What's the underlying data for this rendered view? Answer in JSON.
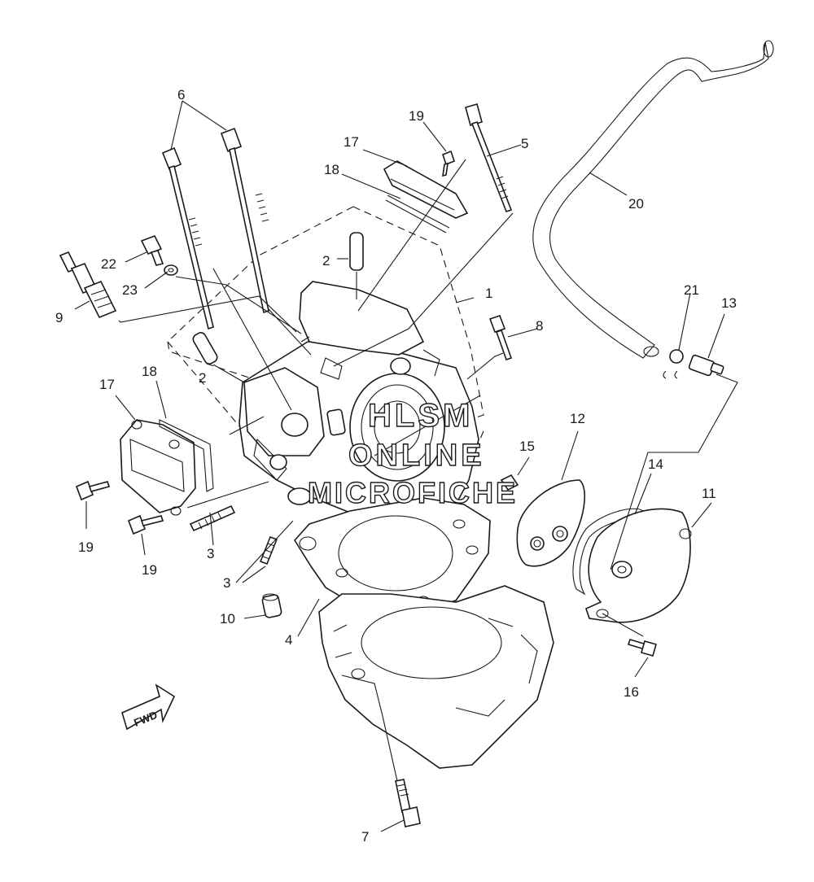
{
  "diagram": {
    "labels": [
      {
        "id": "l6",
        "text": "6"
      },
      {
        "id": "l19a",
        "text": "19"
      },
      {
        "id": "l17a",
        "text": "17"
      },
      {
        "id": "l5",
        "text": "5"
      },
      {
        "id": "l18a",
        "text": "18"
      },
      {
        "id": "l20",
        "text": "20"
      },
      {
        "id": "l22",
        "text": "22"
      },
      {
        "id": "l2a",
        "text": "2"
      },
      {
        "id": "l23",
        "text": "23"
      },
      {
        "id": "l1",
        "text": "1"
      },
      {
        "id": "l9",
        "text": "9"
      },
      {
        "id": "l21",
        "text": "21"
      },
      {
        "id": "l13",
        "text": "13"
      },
      {
        "id": "l8",
        "text": "8"
      },
      {
        "id": "l2b",
        "text": "2"
      },
      {
        "id": "l17b",
        "text": "17"
      },
      {
        "id": "l18b",
        "text": "18"
      },
      {
        "id": "l12",
        "text": "12"
      },
      {
        "id": "l15",
        "text": "15"
      },
      {
        "id": "l14",
        "text": "14"
      },
      {
        "id": "l11",
        "text": "11"
      },
      {
        "id": "l19b",
        "text": "19"
      },
      {
        "id": "l3a",
        "text": "3"
      },
      {
        "id": "l19c",
        "text": "19"
      },
      {
        "id": "l3b",
        "text": "3"
      },
      {
        "id": "l10",
        "text": "10"
      },
      {
        "id": "l4",
        "text": "4"
      },
      {
        "id": "l16",
        "text": "16"
      },
      {
        "id": "l7",
        "text": "7"
      }
    ],
    "direction_marker": "FWD",
    "watermark": [
      "HLSM",
      "ONLINE",
      "MICROFICHE"
    ]
  }
}
